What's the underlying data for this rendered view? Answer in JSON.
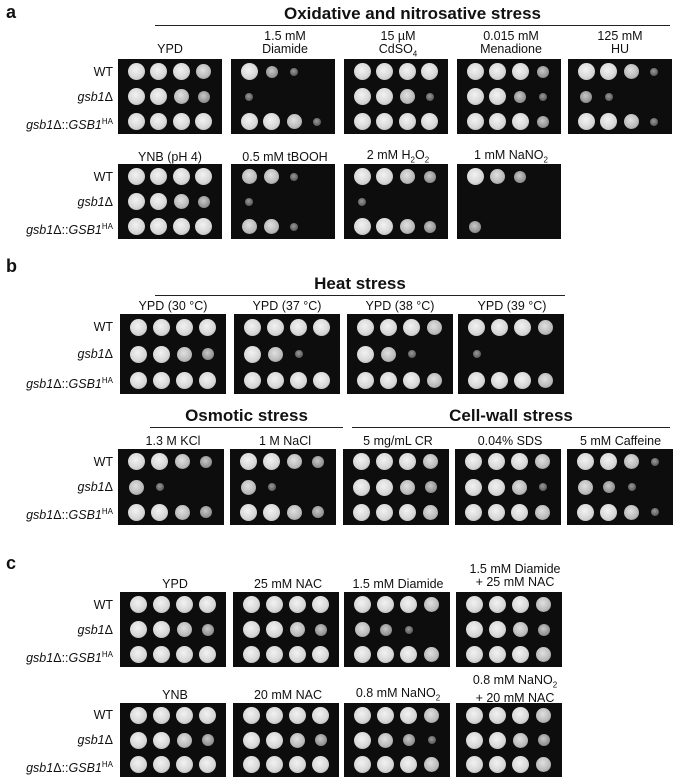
{
  "panels": [
    {
      "letter": "a"
    },
    {
      "letter": "b"
    },
    {
      "letter": "c"
    }
  ],
  "strains": [
    "WT",
    "gsb1Δ",
    "gsb1Δ::GSB1HA"
  ],
  "strain_parts": {
    "wt": "WT",
    "mut_italic": "gsb1",
    "delta": "Δ",
    "comp_italic_prefix": "gsb1",
    "comp_sep": "Δ::",
    "comp_italic_gene": "GSB1",
    "comp_sup": "HA"
  },
  "group_titles": {
    "a_top": "Oxidative and nitrosative stress",
    "b_heat": "Heat stress",
    "b_osmotic": "Osmotic stress",
    "b_cellwall": "Cell-wall stress"
  },
  "conditions": {
    "a1": [
      "YPD",
      "1.5 mM Diamide",
      "15 µM CdSO4",
      "0.015 mM Menadione",
      "125 mM HU"
    ],
    "a2": [
      "YNB (pH 4)",
      "0.5 mM tBOOH",
      "2 mM H2O2",
      "1 mM NaNO2"
    ],
    "b1": [
      "YPD (30 °C)",
      "YPD (37 °C)",
      "YPD (38 °C)",
      "YPD (39 °C)"
    ],
    "b2": [
      "1.3 M KCl",
      "1 M NaCl",
      "5 mg/mL CR",
      "0.04% SDS",
      "5 mM Caffeine"
    ],
    "c1": [
      "YPD",
      "25 mM NAC",
      "1.5 mM Diamide",
      "1.5 mM Diamide + 25 mM NAC"
    ],
    "c2": [
      "YNB",
      "20 mM NAC",
      "0.8 mM NaNO2",
      "0.8 mM NaNO2 + 20 mM NAC"
    ]
  },
  "label_parts": {
    "diamide_line1": "1.5 mM",
    "diamide_line2": "Diamide",
    "cd_line1": "15 µM",
    "cd_line2": "CdSO",
    "cd_sub": "4",
    "men_line1": "0.015 mM",
    "men_line2": "Menadione",
    "hu_line1": "125 mM",
    "hu_line2": "HU",
    "h2o2_pre": "2 mM H",
    "h2o2_sub1": "2",
    "h2o2_mid": "O",
    "h2o2_sub2": "2",
    "nano2_pre": "1 mM NaNO",
    "nano2_sub": "2",
    "c_dianac_line1": "1.5 mM Diamide",
    "c_dianac_line2": "+ 25 mM NAC",
    "c_nano2_pre": "0.8 mM NaNO",
    "c_nano2_sub": "2",
    "c_nanonac_line1_pre": "0.8 mM NaNO",
    "c_nanonac_sub": "2",
    "c_nanonac_line2": "+ 20 mM NAC"
  },
  "growth": {
    "a1": [
      [
        [
          4,
          4,
          4,
          3
        ],
        [
          4,
          2,
          1,
          0
        ],
        [
          4,
          4,
          4,
          4
        ],
        [
          4,
          4,
          4,
          2
        ],
        [
          4,
          4,
          3,
          1
        ]
      ],
      [
        [
          4,
          4,
          3,
          2
        ],
        [
          1,
          0,
          0,
          0
        ],
        [
          4,
          4,
          3,
          1
        ],
        [
          4,
          4,
          2,
          1
        ],
        [
          2,
          1,
          0,
          0
        ]
      ],
      [
        [
          4,
          4,
          4,
          4
        ],
        [
          4,
          4,
          3,
          1
        ],
        [
          4,
          4,
          4,
          4
        ],
        [
          4,
          4,
          4,
          2
        ],
        [
          4,
          4,
          3,
          1
        ]
      ]
    ],
    "a2": [
      [
        [
          4,
          4,
          4,
          4
        ],
        [
          3,
          3,
          1,
          0
        ],
        [
          4,
          4,
          3,
          2
        ],
        [
          4,
          3,
          2,
          0
        ]
      ],
      [
        [
          4,
          4,
          3,
          2
        ],
        [
          1,
          0,
          0,
          0
        ],
        [
          1,
          0,
          0,
          0
        ],
        [
          0,
          0,
          0,
          0
        ]
      ],
      [
        [
          4,
          4,
          4,
          4
        ],
        [
          3,
          3,
          1,
          0
        ],
        [
          4,
          4,
          3,
          2
        ],
        [
          2,
          0,
          0,
          0
        ]
      ]
    ],
    "b1": [
      [
        [
          4,
          4,
          4,
          4
        ],
        [
          4,
          4,
          4,
          4
        ],
        [
          4,
          4,
          4,
          3
        ],
        [
          4,
          4,
          4,
          3
        ]
      ],
      [
        [
          4,
          4,
          3,
          2
        ],
        [
          4,
          3,
          1,
          0
        ],
        [
          4,
          3,
          1,
          0
        ],
        [
          1,
          0,
          0,
          0
        ]
      ],
      [
        [
          4,
          4,
          4,
          4
        ],
        [
          4,
          4,
          4,
          4
        ],
        [
          4,
          4,
          4,
          3
        ],
        [
          4,
          4,
          4,
          3
        ]
      ]
    ],
    "b2": [
      [
        [
          4,
          4,
          3,
          2
        ],
        [
          4,
          4,
          3,
          2
        ],
        [
          4,
          4,
          4,
          3
        ],
        [
          4,
          4,
          4,
          3
        ],
        [
          4,
          4,
          3,
          1
        ]
      ],
      [
        [
          3,
          1,
          0,
          0
        ],
        [
          3,
          1,
          0,
          0
        ],
        [
          4,
          4,
          3,
          2
        ],
        [
          4,
          4,
          3,
          1
        ],
        [
          3,
          2,
          1,
          0
        ]
      ],
      [
        [
          4,
          4,
          3,
          2
        ],
        [
          4,
          4,
          3,
          2
        ],
        [
          4,
          4,
          4,
          3
        ],
        [
          4,
          4,
          4,
          3
        ],
        [
          4,
          4,
          3,
          1
        ]
      ]
    ],
    "c1": [
      [
        [
          4,
          4,
          4,
          4
        ],
        [
          4,
          4,
          4,
          4
        ],
        [
          4,
          4,
          4,
          3
        ],
        [
          4,
          4,
          4,
          3
        ]
      ],
      [
        [
          4,
          4,
          3,
          2
        ],
        [
          4,
          4,
          3,
          2
        ],
        [
          3,
          2,
          1,
          0
        ],
        [
          4,
          4,
          3,
          2
        ]
      ],
      [
        [
          4,
          4,
          4,
          4
        ],
        [
          4,
          4,
          4,
          4
        ],
        [
          4,
          4,
          4,
          3
        ],
        [
          4,
          4,
          4,
          3
        ]
      ]
    ],
    "c2": [
      [
        [
          4,
          4,
          4,
          4
        ],
        [
          4,
          4,
          4,
          4
        ],
        [
          4,
          4,
          4,
          3
        ],
        [
          4,
          4,
          4,
          3
        ]
      ],
      [
        [
          4,
          4,
          3,
          2
        ],
        [
          4,
          4,
          3,
          2
        ],
        [
          4,
          3,
          2,
          1
        ],
        [
          4,
          4,
          3,
          2
        ]
      ],
      [
        [
          4,
          4,
          4,
          4
        ],
        [
          4,
          4,
          4,
          4
        ],
        [
          4,
          4,
          4,
          3
        ],
        [
          4,
          4,
          4,
          3
        ]
      ]
    ]
  }
}
